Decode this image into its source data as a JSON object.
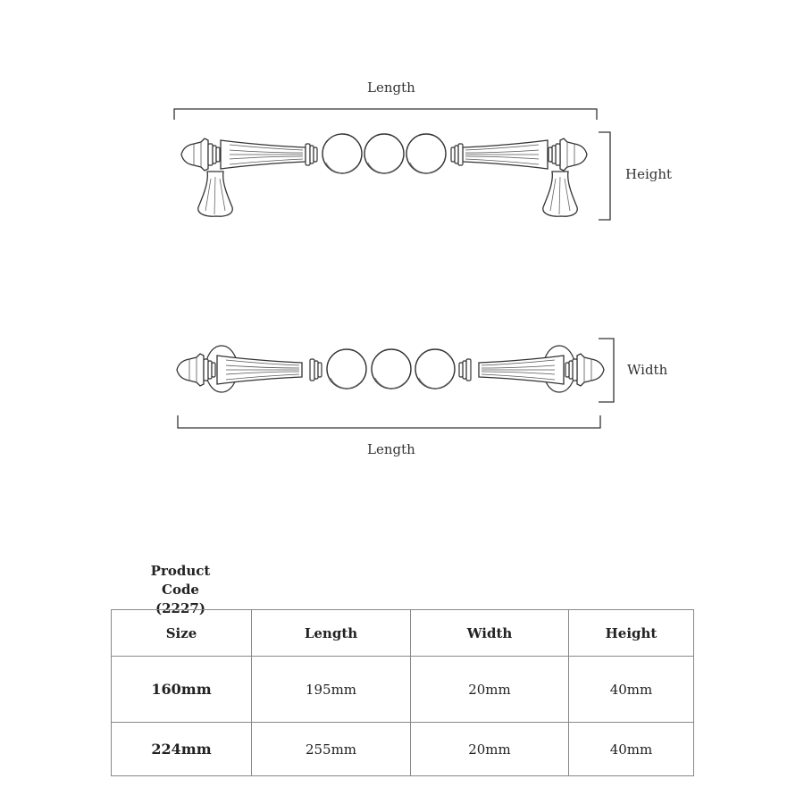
{
  "diagram": {
    "front_view": {
      "length_label": "Length",
      "height_label": "Height"
    },
    "top_view": {
      "length_label": "Length",
      "width_label": "Width"
    }
  },
  "product": {
    "title": "Product Code",
    "code": "(2227)"
  },
  "spec_table": {
    "headers": [
      "Size",
      "Length",
      "Width",
      "Height"
    ],
    "rows": [
      [
        "160mm",
        "195mm",
        "20mm",
        "40mm"
      ],
      [
        "224mm",
        "255mm",
        "20mm",
        "40mm"
      ]
    ]
  },
  "colors": {
    "line": "#333333",
    "border": "#888888",
    "background": "#ffffff"
  }
}
